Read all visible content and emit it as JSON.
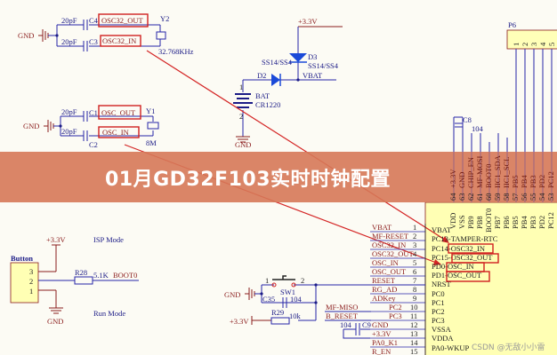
{
  "title": "01月GD32F103实时时钟配置",
  "watermark": "CSDN @无敌小小雷",
  "osc32": {
    "gnd": "GND",
    "c4_val": "20pF",
    "c4": "C4",
    "c3_val": "20pF",
    "c3": "C3",
    "out": "OSC32_OUT",
    "in": "OSC32_IN",
    "y": "Y2",
    "freq": "32.768KHz"
  },
  "osc": {
    "gnd": "GND",
    "c1_val": "20pF",
    "c1": "C1",
    "c2_val": "20pF",
    "c2": "C2",
    "out": "OSC_OUT",
    "in": "OSC_IN",
    "y": "Y1",
    "freq": "8M"
  },
  "battery": {
    "vcc": "+3.3V",
    "d3": "D3",
    "d3_part": "SS14/SS4",
    "d2_part": "SS14/SS4",
    "d2": "D2",
    "vbat": "VBAT",
    "bat": "BAT",
    "cell": "CR1220",
    "gnd": "GND",
    "pin1": "1",
    "pin2": "2"
  },
  "boot": {
    "vcc": "+3.3V",
    "isp": "ISP Mode",
    "run": "Run Mode",
    "button": "Button",
    "p3": "3",
    "p2": "2",
    "p1": "1",
    "r": "R28",
    "rval": "5.1K",
    "net": "BOOT0",
    "gnd": "GND"
  },
  "reset": {
    "gnd": "GND",
    "p1": "1",
    "p2": "2",
    "sw": "SW1",
    "c": "C35",
    "cval": "104",
    "r": "R29",
    "rval": "10k",
    "vcc": "+3.3V",
    "miso": "MF-MISO",
    "pc2": "PC2",
    "breset": "B_RESET",
    "pc3": "PC3",
    "c9val": "104",
    "c9": "C9",
    "c9gnd": "GND",
    "vcc2": "+3.3V",
    "pa0": "PA0_K1",
    "ren": "R_EN"
  },
  "connector": {
    "rows": [
      {
        "label": "VBAT",
        "num": "1"
      },
      {
        "label": "MF-RESET",
        "num": "2"
      },
      {
        "label": "OSC32_IN",
        "num": "3"
      },
      {
        "label": "OSC32_OUT",
        "num": "4"
      },
      {
        "label": "OSC_IN",
        "num": "5"
      },
      {
        "label": "OSC_OUT",
        "num": "6"
      },
      {
        "label": "RESET",
        "num": "7"
      },
      {
        "label": "RG_AD",
        "num": "8"
      },
      {
        "label": "ADKey",
        "num": "9"
      },
      {
        "label": "",
        "num": "10"
      },
      {
        "label": "",
        "num": "11"
      },
      {
        "label": "",
        "num": "12"
      },
      {
        "label": "",
        "num": "13"
      },
      {
        "label": "",
        "num": "14"
      },
      {
        "label": "",
        "num": "15"
      }
    ]
  },
  "chip": {
    "left_pins": [
      "VBAT",
      "PC13-TAMPER-RTC",
      "PC14-OSC32_IN",
      "PC15-OSC32_OUT",
      "PD0-OSC_IN",
      "PD1-OSC_OUT",
      "NRST",
      "PC0",
      "PC1",
      "PC2",
      "PC3",
      "VSSA",
      "VDDA",
      "PA0-WKUP"
    ],
    "top_pins": [
      "VDD",
      "VSS",
      "PB9",
      "PB8",
      "BOOT0",
      "PB7",
      "PB6",
      "PB5",
      "PB4",
      "PB3",
      "PD2",
      "PC12"
    ],
    "top_nums": [
      "64",
      "63",
      "62",
      "61",
      "60",
      "59",
      "58",
      "57",
      "56",
      "55",
      "54",
      "53"
    ],
    "top_nets": [
      "+3.3V",
      "GND",
      "CHIP_EN",
      "MF-MOSI",
      "BOOT0",
      "IIC1_SDA",
      "IIC1_SCL",
      "PB5",
      "PB4",
      "PB3",
      "PD2",
      "PC12"
    ],
    "c8": "C8",
    "c8val": "104"
  },
  "header": {
    "name": "P6",
    "pins": [
      "1",
      "2",
      "3",
      "4",
      "5"
    ]
  }
}
